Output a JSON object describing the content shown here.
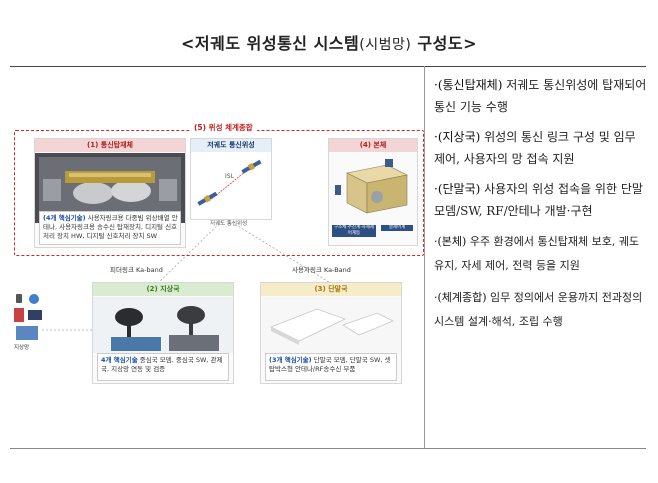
{
  "title": {
    "main": "<저궤도 위성통신 시스템",
    "paren": "(시범망)",
    "tail": "구성도>"
  },
  "diagram": {
    "integration_label": "(5) 위성 체계종합",
    "payload": {
      "head": "(1) 통신탑재체",
      "keyword": "(4개 핵심기술)",
      "desc": "사용자링크용 다중빔 위상배열 안테나, 사용자링크용 송수신 탑재장치, 디지털 신호처리 장치 HW, 디지털 신호처리 장치 SW"
    },
    "leo": {
      "head": "저궤도 통신위성",
      "isl": "ISL"
    },
    "bus": {
      "head": "(4) 본체",
      "tag1": "구조체·추진계·자세제어계등",
      "tag2": "열제어계"
    },
    "satellite_label": "저궤도 통신위성",
    "feeder_link": "피더링크 Ka-band",
    "user_link": "사용자링크 Ka-Band",
    "ground": {
      "head": "(2) 지상국",
      "keyword": "4개 핵심기술",
      "desc": "중심국 모뎀, 중심국 SW, 관제국, 지상망 연동 및 검증"
    },
    "terminal": {
      "head": "(3) 단말국",
      "keyword": "(3개 핵심기술)",
      "desc": "단말국 모뎀, 단말국 SW, 셋탑박스형 안테나/RF송수신 부품"
    },
    "users_label": "지상망"
  },
  "bullets": [
    {
      "lead": "·(통신탑재체)",
      "text": " 저궤도 통신위성에 탑재되어 통신 기능 수행"
    },
    {
      "lead": "·(지상국)",
      "text": " 위성의 통신 링크 구성 및 임무 제어, 사용자의 망 접속 지원"
    },
    {
      "lead": "·(단말국)",
      "text": " 사용자의 위성 접속을 위한 단말 모뎀/SW, RF/안테나 개발·구현"
    },
    {
      "lead": "·(본체)",
      "text": " 우주 환경에서 통신탑재체 보호, 궤도 유지, 자세 제어, 전력 등을 지원"
    },
    {
      "lead": "·(체계종합)",
      "text": " 임무 정의에서 운용까지 전과정의 시스템 설계·해석, 조립 수행"
    }
  ],
  "colors": {
    "integration_border": "#d02828",
    "keyword": "#1d4fa6",
    "ground_head": "#4a8a2a",
    "terminal_head": "#b88a10"
  }
}
